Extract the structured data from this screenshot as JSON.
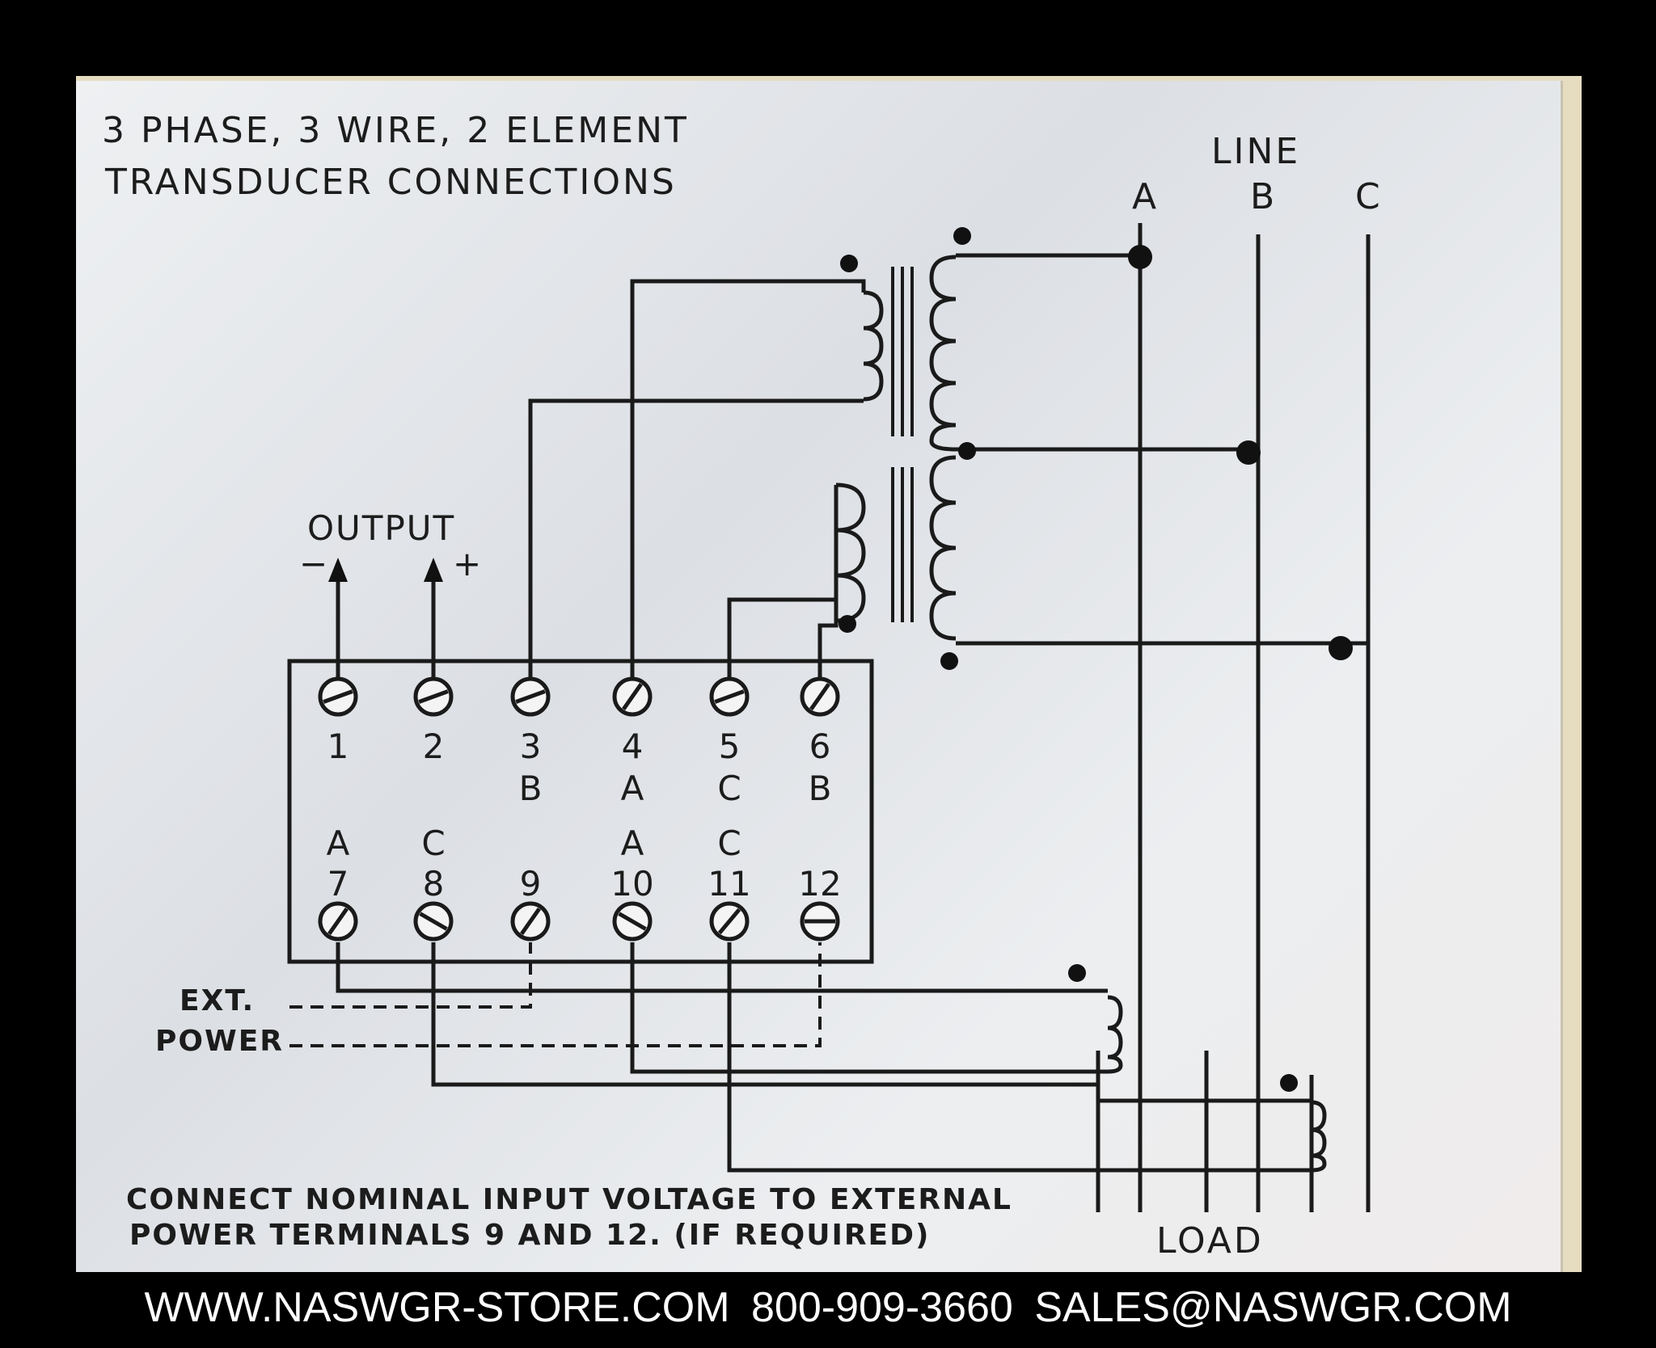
{
  "diagram": {
    "title_line1": "3 PHASE, 3 WIRE, 2 ELEMENT",
    "title_line2": "TRANSDUCER CONNECTIONS",
    "line_label": "LINE",
    "load_label": "LOAD",
    "phases": [
      "A",
      "B",
      "C"
    ],
    "output_label": "OUTPUT",
    "output_minus": "−",
    "output_plus": "+",
    "ext_power_line1": "EXT.",
    "ext_power_line2": "POWER",
    "top_terminals": [
      {
        "number": "1",
        "phase": ""
      },
      {
        "number": "2",
        "phase": ""
      },
      {
        "number": "3",
        "phase": "B"
      },
      {
        "number": "4",
        "phase": "A"
      },
      {
        "number": "5",
        "phase": "C"
      },
      {
        "number": "6",
        "phase": "B"
      }
    ],
    "bottom_terminals": [
      {
        "number": "7",
        "phase": "A"
      },
      {
        "number": "8",
        "phase": "C"
      },
      {
        "number": "9",
        "phase": ""
      },
      {
        "number": "10",
        "phase": "A"
      },
      {
        "number": "11",
        "phase": "C"
      },
      {
        "number": "12",
        "phase": ""
      }
    ],
    "note_line1": "CONNECT NOMINAL INPUT VOLTAGE TO EXTERNAL",
    "note_line2": "POWER TERMINALS 9 AND 12. (IF REQUIRED)"
  },
  "footer": {
    "website": "WWW.NASWGR-STORE.COM",
    "phone": "800-909-3660",
    "email": "SALES@NASWGR.COM"
  },
  "colors": {
    "background": "#000000",
    "plate": "#e4e6ea",
    "ink": "#1a1a1a",
    "footer_text": "#ffffff"
  }
}
